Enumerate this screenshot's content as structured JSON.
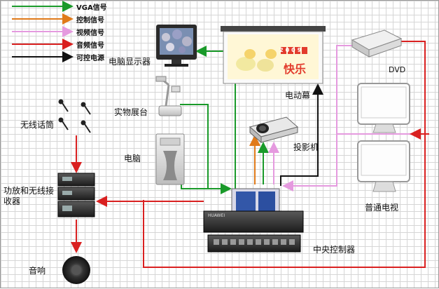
{
  "legend": [
    {
      "label": "VGA信号",
      "color": "#1a9a2a"
    },
    {
      "label": "控制信号",
      "color": "#e07a1a"
    },
    {
      "label": "视频信号",
      "color": "#e59adf"
    },
    {
      "label": "音频信号",
      "color": "#d92020"
    },
    {
      "label": "可控电源",
      "color": "#111111"
    }
  ],
  "labels": {
    "monitor": "电脑显示器",
    "visualizer": "实物展台",
    "pc": "电脑",
    "mics": "无线话筒",
    "amplifier": "功放和无线接收器",
    "speaker": "音响",
    "screen": "电动幕",
    "projector": "投影机",
    "dvd": "DVD",
    "tv": "普通电视",
    "controller": "中央控制器"
  },
  "screen_content": {
    "year": "2009",
    "greeting": "快乐"
  },
  "controller_brand": "HUAWEI"
}
